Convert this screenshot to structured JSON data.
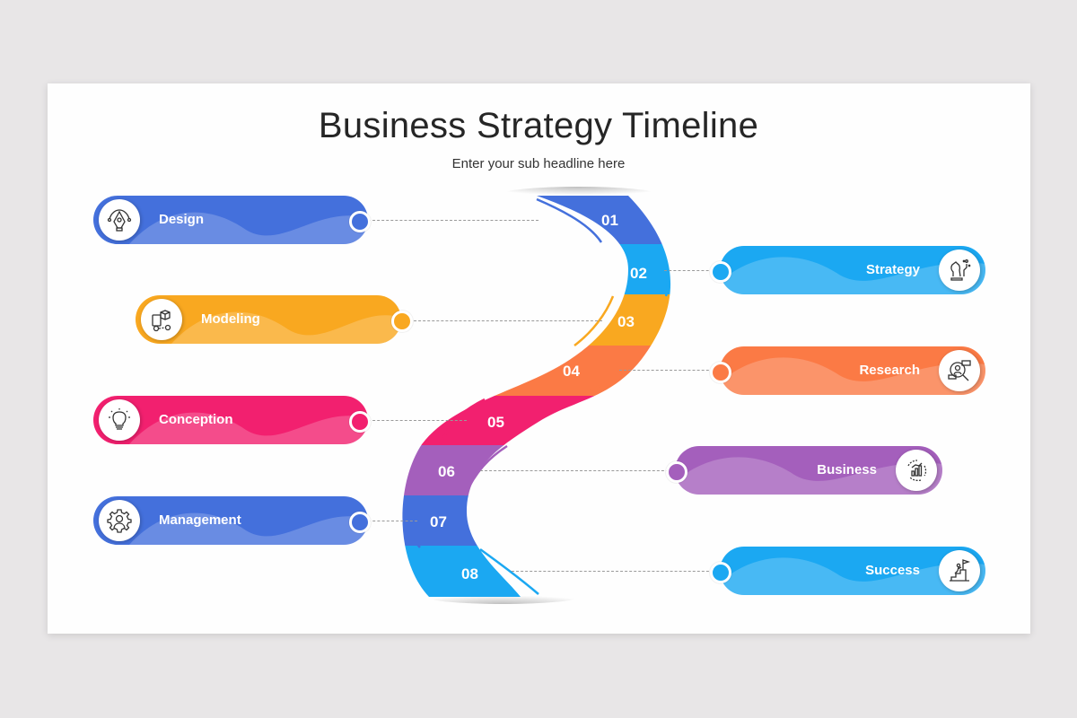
{
  "header": {
    "title": "Business Strategy Timeline",
    "subtitle": "Enter your sub headline here"
  },
  "colors": {
    "background": "#e8e6e7",
    "slide": "#fefefe",
    "blue": "#4470dc",
    "sky": "#1ba8f2",
    "orange_yellow": "#f9a820",
    "orange": "#fb7a45",
    "pink": "#f2206f",
    "purple": "#a45fbc"
  },
  "steps": [
    {
      "number": "01",
      "label": "Design",
      "icon": "pen-tool-icon",
      "side": "left",
      "color": "#4470dc"
    },
    {
      "number": "02",
      "label": "Strategy",
      "icon": "chess-knight-icon",
      "side": "right",
      "color": "#1ba8f2"
    },
    {
      "number": "03",
      "label": "Modeling",
      "icon": "box-model-icon",
      "side": "left",
      "color": "#f9a820"
    },
    {
      "number": "04",
      "label": "Research",
      "icon": "user-search-icon",
      "side": "right",
      "color": "#fb7a45"
    },
    {
      "number": "05",
      "label": "Conception",
      "icon": "lightbulb-icon",
      "side": "left",
      "color": "#f2206f"
    },
    {
      "number": "06",
      "label": "Business",
      "icon": "growth-cycle-icon",
      "side": "right",
      "color": "#a45fbc"
    },
    {
      "number": "07",
      "label": "Management",
      "icon": "gear-person-icon",
      "side": "left",
      "color": "#4470dc"
    },
    {
      "number": "08",
      "label": "Success",
      "icon": "climb-flag-icon",
      "side": "right",
      "color": "#1ba8f2"
    }
  ]
}
